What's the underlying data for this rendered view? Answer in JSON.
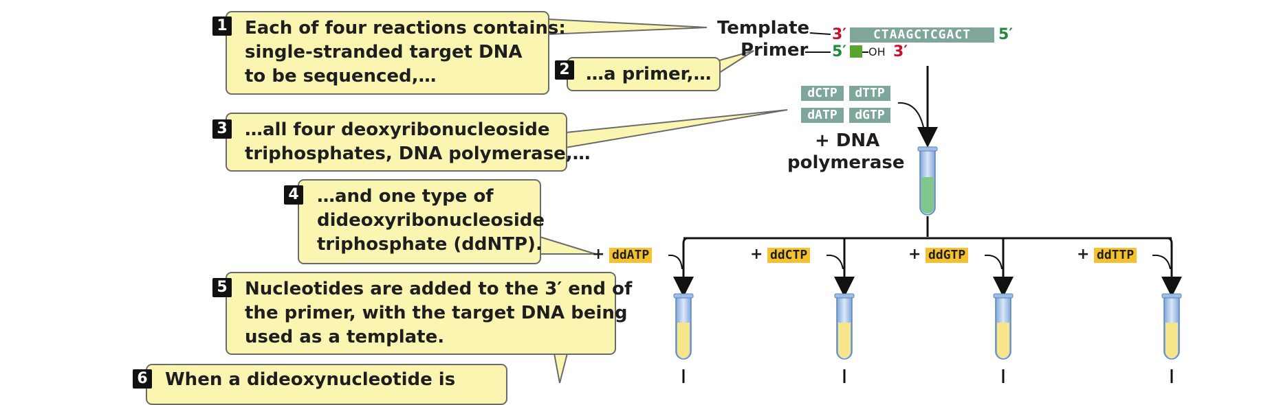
{
  "steps": [
    {
      "num": "1",
      "lines": [
        "Each of four reactions contains:",
        "single-stranded target DNA",
        "to be sequenced,…"
      ]
    },
    {
      "num": "2",
      "lines": [
        "…a primer,…"
      ]
    },
    {
      "num": "3",
      "lines": [
        "…all four deoxyribonucleoside",
        "triphosphates, DNA polymerase,…"
      ]
    },
    {
      "num": "4",
      "lines": [
        "…and one type of",
        "dideoxyribonucleoside",
        "triphosphate (ddNTP)."
      ]
    },
    {
      "num": "5",
      "lines": [
        "Nucleotides are added to the 3′ end of",
        "the primer, with the target DNA being",
        "used as a template."
      ]
    },
    {
      "num": "6",
      "lines": [
        "When a dideoxynucleotide is"
      ]
    }
  ],
  "template": {
    "label": "Template",
    "end3": "3′",
    "sequence": "CTAAGCTCGACT",
    "end5": "5′"
  },
  "primer": {
    "label": "Primer",
    "end5": "5′",
    "oh": "OH",
    "end3": "3′"
  },
  "dntps": [
    "dCTP",
    "dTTP",
    "dATP",
    "dGTP"
  ],
  "polymerase": [
    "+ DNA",
    "polymerase"
  ],
  "ddntps": [
    {
      "plus": "+",
      "label": "ddATP"
    },
    {
      "plus": "+",
      "label": "ddCTP"
    },
    {
      "plus": "+",
      "label": "ddGTP"
    },
    {
      "plus": "+",
      "label": "ddTTP"
    }
  ],
  "colors": {
    "callout_fill": "#fbf5b2",
    "seq_green": "#7fa69a",
    "primer_green": "#5aa532",
    "ddntp_yellow": "#f5c12e",
    "tube_blue": "#a9c6ea",
    "tube_liquid": "#f6e58a",
    "tube_green": "#7fc78a"
  }
}
